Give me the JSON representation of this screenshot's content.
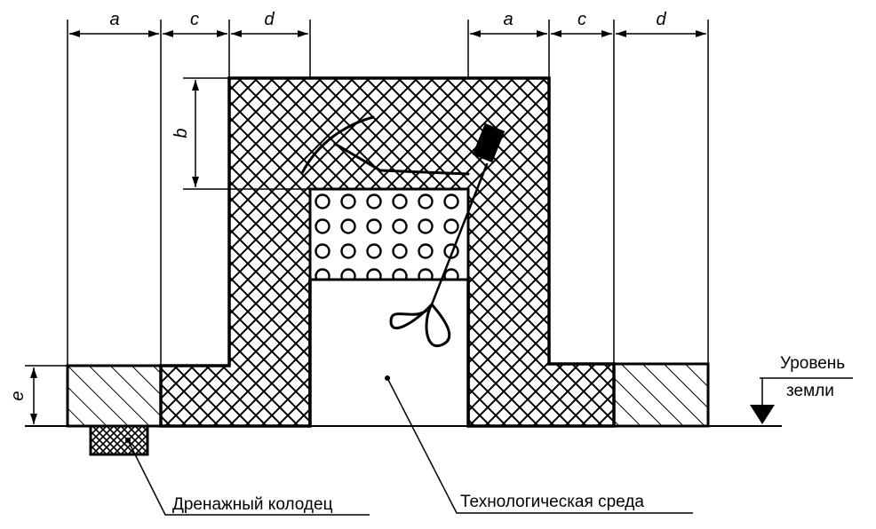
{
  "dimensions": {
    "a_left": "a",
    "c_left": "c",
    "d_left": "d",
    "a_right": "a",
    "c_right": "c",
    "d_right": "d",
    "b": "b",
    "e": "e"
  },
  "labels": {
    "ground_level_line1": "Уровень",
    "ground_level_line2": "земли",
    "drainage_well": "Дренажный колодец",
    "process_medium": "Технологическая среда"
  }
}
